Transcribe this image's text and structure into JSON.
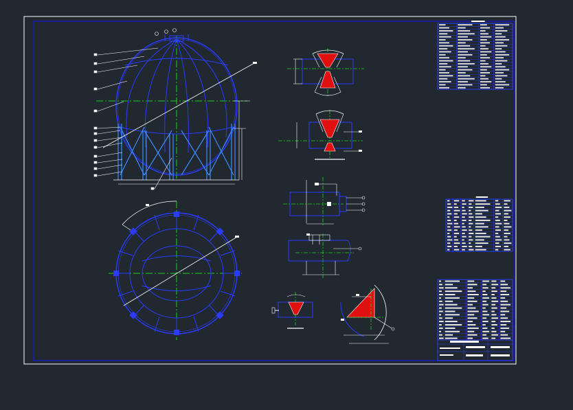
{
  "colors": {
    "background": "#212830",
    "sheet_border": "#ffffff",
    "frame": "#1a1ab4",
    "vessel": "#2a3cff",
    "centerline": "#19d219",
    "leader": "#ffffff",
    "section_fill": "#e01010",
    "support": "#3b8cff"
  },
  "drawing": {
    "views": [
      {
        "name": "front-elevation"
      },
      {
        "name": "plan-view"
      },
      {
        "name": "weld-detail-1"
      },
      {
        "name": "weld-detail-2"
      },
      {
        "name": "nozzle-detail-1"
      },
      {
        "name": "nozzle-detail-2"
      },
      {
        "name": "small-weld-detail"
      },
      {
        "name": "quarter-section-detail"
      }
    ],
    "tables": [
      {
        "name": "technical-characteristics-table",
        "rows": 22
      },
      {
        "name": "nozzle-table",
        "rows": 16
      },
      {
        "name": "parts-list-table",
        "rows": 18
      },
      {
        "name": "title-block",
        "rows": 5
      }
    ]
  }
}
